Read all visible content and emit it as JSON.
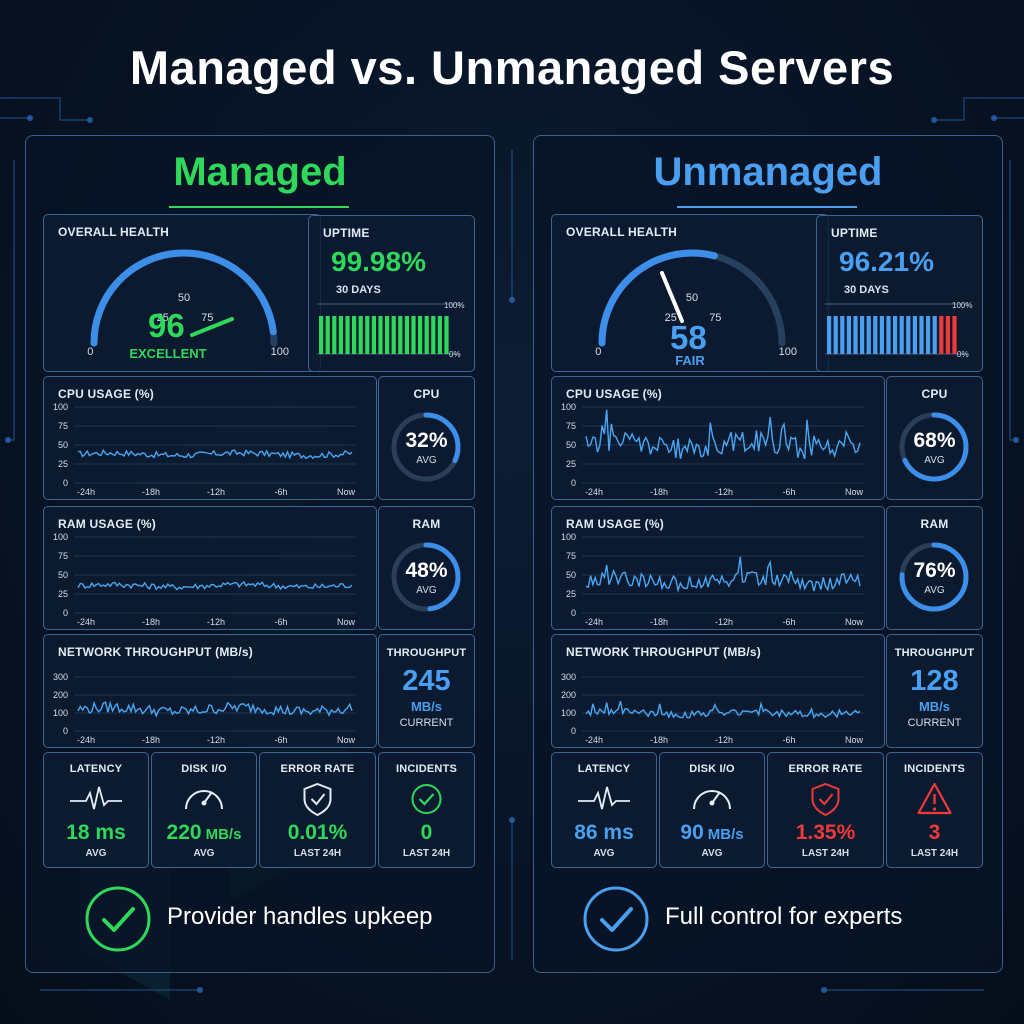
{
  "title": "Managed vs. Unmanaged Servers",
  "managed": {
    "heading": "Managed",
    "accent": "#2fd85a",
    "health": {
      "label": "OVERALL HEALTH",
      "value": "96",
      "status": "EXCELLENT",
      "score": 96,
      "ticks": [
        "0",
        "25",
        "50",
        "75",
        "100"
      ]
    },
    "uptime": {
      "label": "UPTIME",
      "value": "99.98%",
      "period": "30 DAYS",
      "scale_top": "100%",
      "scale_bottom": "0%",
      "bars": [
        1,
        1,
        1,
        1,
        1,
        1,
        1,
        1,
        1,
        1,
        1,
        1,
        1,
        1,
        1,
        1,
        1,
        1,
        1,
        1
      ],
      "bar_colors": [
        "#2fd85a"
      ]
    },
    "cpu": {
      "chart_label": "CPU USAGE (%)",
      "gauge_label": "CPU",
      "value": "32%",
      "sub": "AVG",
      "percent": 32,
      "y_ticks": [
        "100",
        "75",
        "50",
        "25",
        "0"
      ],
      "x_ticks": [
        "-24h",
        "-18h",
        "-12h",
        "-6h",
        "Now"
      ]
    },
    "ram": {
      "chart_label": "RAM USAGE (%)",
      "gauge_label": "RAM",
      "value": "48%",
      "sub": "AVG",
      "percent": 48,
      "y_ticks": [
        "100",
        "75",
        "50",
        "25",
        "0"
      ],
      "x_ticks": [
        "-24h",
        "-18h",
        "-12h",
        "-6h",
        "Now"
      ]
    },
    "network": {
      "chart_label": "NETWORK THROUGHPUT (MB/s)",
      "tp_label": "THROUGHPUT",
      "value": "245",
      "unit": "MB/s",
      "sub": "CURRENT",
      "y_ticks": [
        "300",
        "200",
        "100",
        "0"
      ],
      "x_ticks": [
        "-24h",
        "-18h",
        "-12h",
        "-6h",
        "Now"
      ]
    },
    "metrics": [
      {
        "label": "LATENCY",
        "value": "18 ms",
        "unit": "",
        "sub": "AVG",
        "icon": "heartbeat-icon"
      },
      {
        "label": "DISK I/O",
        "value": "220",
        "unit": "MB/s",
        "sub": "AVG",
        "icon": "speedometer-icon"
      },
      {
        "label": "ERROR RATE",
        "value": "0.01%",
        "unit": "",
        "sub": "LAST 24H",
        "icon": "shield-check-icon"
      },
      {
        "label": "INCIDENTS",
        "value": "0",
        "unit": "",
        "sub": "LAST 24H",
        "icon": "check-circle-icon"
      }
    ],
    "footer": "Provider handles upkeep"
  },
  "unmanaged": {
    "heading": "Unmanaged",
    "accent": "#4a9ff0",
    "alert": "#ee3a3a",
    "health": {
      "label": "OVERALL HEALTH",
      "value": "58",
      "status": "FAIR",
      "score": 58,
      "ticks": [
        "0",
        "25",
        "50",
        "75",
        "100"
      ]
    },
    "uptime": {
      "label": "UPTIME",
      "value": "96.21%",
      "period": "30 DAYS",
      "scale_top": "100%",
      "scale_bottom": "0%",
      "bars": [
        1,
        1,
        1,
        1,
        1,
        1,
        1,
        1,
        1,
        1,
        1,
        1,
        1,
        1,
        1,
        1,
        1,
        1,
        1,
        1
      ],
      "bar_colors": [
        "#4a9ff0",
        "#ee3a3a"
      ]
    },
    "cpu": {
      "chart_label": "CPU USAGE (%)",
      "gauge_label": "CPU",
      "value": "68%",
      "sub": "AVG",
      "percent": 68,
      "y_ticks": [
        "100",
        "75",
        "50",
        "25",
        "0"
      ],
      "x_ticks": [
        "-24h",
        "-18h",
        "-12h",
        "-6h",
        "Now"
      ]
    },
    "ram": {
      "chart_label": "RAM USAGE (%)",
      "gauge_label": "RAM",
      "value": "76%",
      "sub": "AVG",
      "percent": 76,
      "y_ticks": [
        "100",
        "75",
        "50",
        "25",
        "0"
      ],
      "x_ticks": [
        "-24h",
        "-18h",
        "-12h",
        "-6h",
        "Now"
      ]
    },
    "network": {
      "chart_label": "NETWORK THROUGHPUT (MB/s)",
      "tp_label": "THROUGHPUT",
      "value": "128",
      "unit": "MB/s",
      "sub": "CURRENT",
      "y_ticks": [
        "300",
        "200",
        "100",
        "0"
      ],
      "x_ticks": [
        "-24h",
        "-18h",
        "-12h",
        "-6h",
        "Now"
      ]
    },
    "metrics": [
      {
        "label": "LATENCY",
        "value": "86 ms",
        "unit": "",
        "sub": "AVG",
        "icon": "heartbeat-icon"
      },
      {
        "label": "DISK I/O",
        "value": "90",
        "unit": "MB/s",
        "sub": "AVG",
        "icon": "speedometer-icon"
      },
      {
        "label": "ERROR RATE",
        "value": "1.35%",
        "unit": "",
        "sub": "LAST 24H",
        "icon": "shield-check-icon"
      },
      {
        "label": "INCIDENTS",
        "value": "3",
        "unit": "",
        "sub": "LAST 24H",
        "icon": "warning-triangle-icon"
      }
    ],
    "footer": "Full control for experts"
  }
}
